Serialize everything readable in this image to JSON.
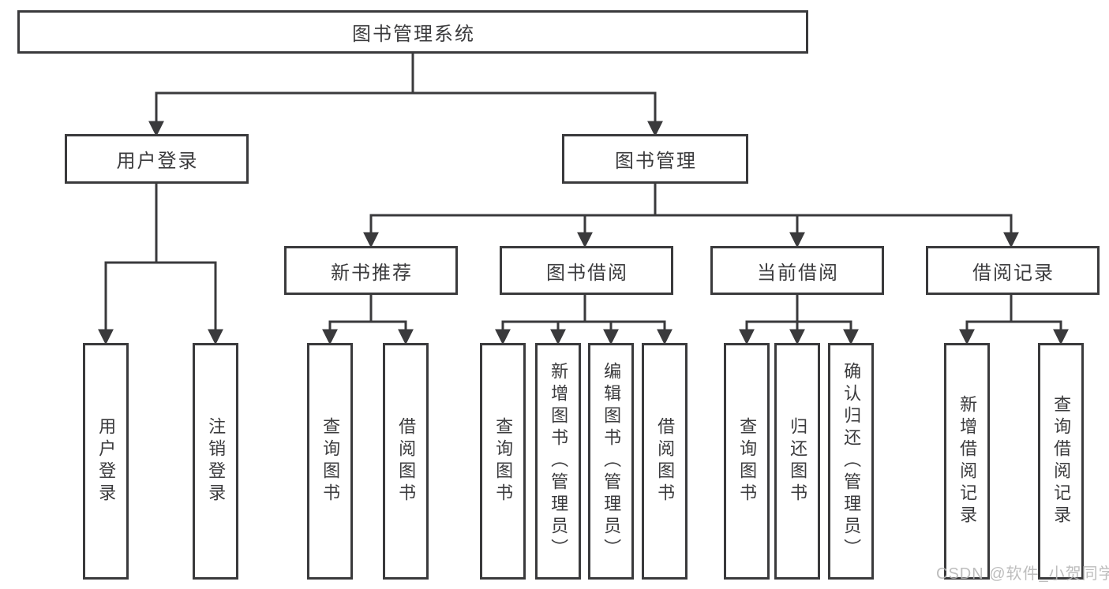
{
  "diagram": {
    "root": {
      "label": "图书管理系统"
    },
    "branches": {
      "user_login": {
        "label": "用户登录",
        "leaves": [
          "用户登录",
          "注销登录"
        ]
      },
      "book_management": {
        "label": "图书管理",
        "sections": [
          {
            "label": "新书推荐",
            "leaves": [
              "查询图书",
              "借阅图书"
            ]
          },
          {
            "label": "图书借阅",
            "leaves": [
              "查询图书",
              "新增图书（管理员）",
              "编辑图书（管理员）",
              "借阅图书"
            ]
          },
          {
            "label": "当前借阅",
            "leaves": [
              "查询图书",
              "归还图书",
              "确认归还（管理员）"
            ]
          },
          {
            "label": "借阅记录",
            "leaves": [
              "新增借阅记录",
              "查询借阅记录"
            ]
          }
        ]
      }
    }
  },
  "watermark": {
    "text": "CSDN @软件_小贺同学"
  },
  "colors": {
    "line": "#3a3a3c",
    "text": "#3b3b3d",
    "box_fill": "#ffffff",
    "background": "#ffffff",
    "watermark": "#b6b6b6"
  }
}
